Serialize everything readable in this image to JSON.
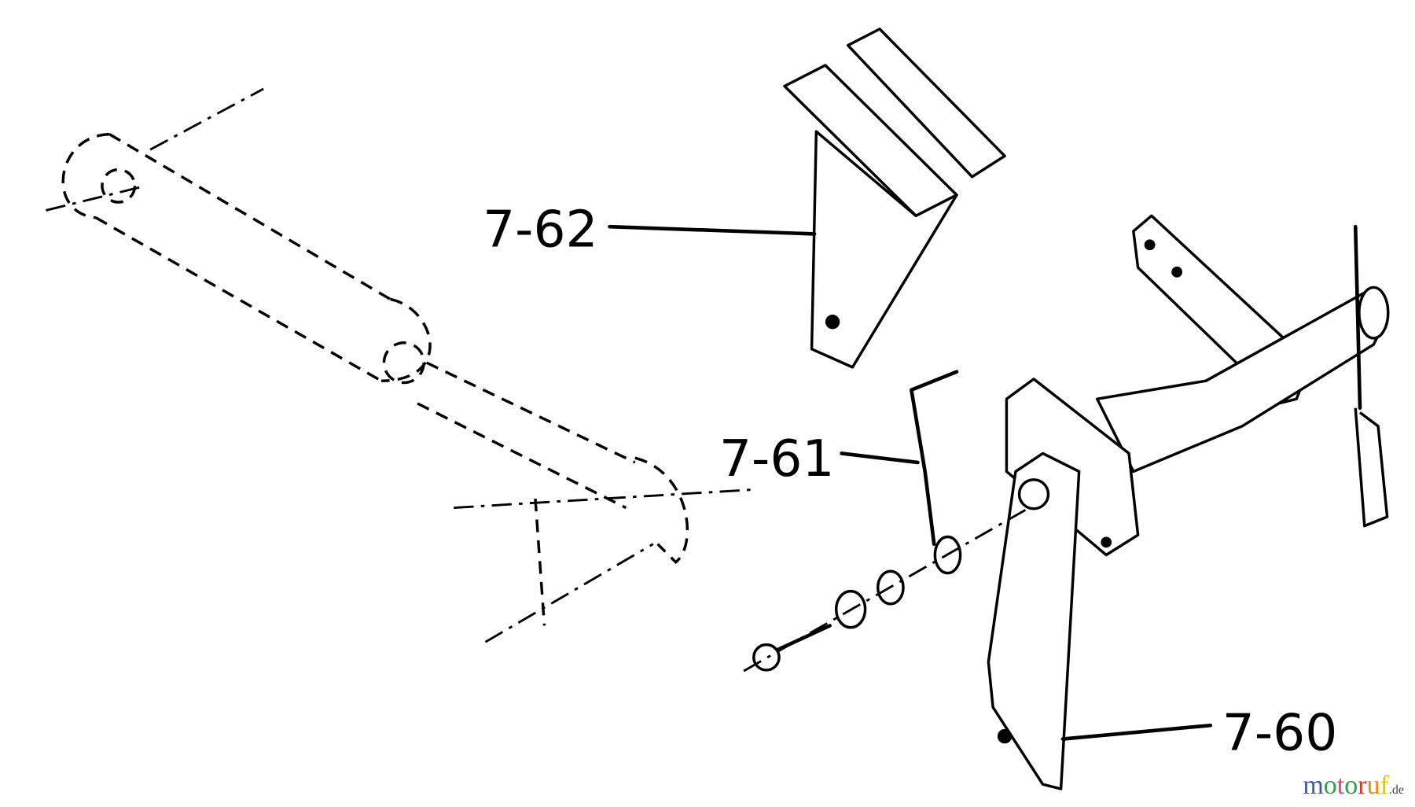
{
  "diagram": {
    "callouts": [
      {
        "id": "7-62",
        "label": "7-62"
      },
      {
        "id": "7-61",
        "label": "7-61"
      },
      {
        "id": "7-60",
        "label": "7-60"
      }
    ]
  },
  "watermark": {
    "text": "motoruf",
    "suffix": ".de",
    "colors": [
      "#3b5ba5",
      "#2f9e44",
      "#e0457b",
      "#2f9e44",
      "#d9362b",
      "#f08c00",
      "#f2c200"
    ]
  }
}
